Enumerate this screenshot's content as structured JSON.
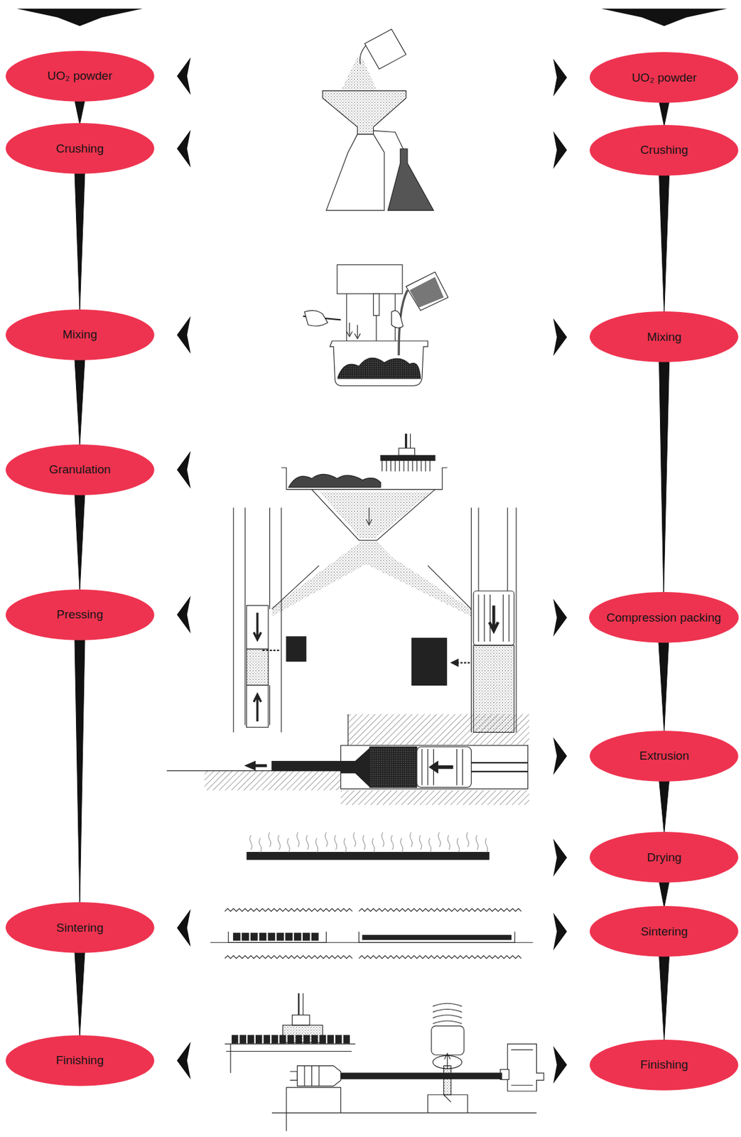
{
  "diagram": {
    "nodes": [
      {
        "text": [
          "UO₂ powder"
        ]
      },
      {
        "text": [
          "Crushing"
        ]
      },
      {
        "text": [
          "Mixing"
        ]
      },
      {
        "text": [
          "Granulation"
        ]
      },
      {
        "text": [
          "Pressing"
        ]
      },
      {
        "text": [
          "Sintering"
        ]
      },
      {
        "text": [
          "Finishing"
        ]
      },
      {
        "text": [
          "UO₂ powder"
        ]
      },
      {
        "text": [
          "Crushing"
        ]
      },
      {
        "text": [
          "Mixing"
        ]
      },
      {
        "text": [
          "Compression packing"
        ]
      },
      {
        "text": [
          "Extrusion"
        ]
      },
      {
        "text": [
          "Drying"
        ]
      },
      {
        "text": [
          "Sintering"
        ]
      },
      {
        "text": [
          "Finishing"
        ]
      }
    ],
    "edges": [
      {
        "from": 0,
        "to": 1,
        "arrow": "to"
      },
      {
        "from": 1,
        "to": 2,
        "arrow": "to"
      },
      {
        "from": 2,
        "to": 3,
        "arrow": "to"
      },
      {
        "from": 3,
        "to": 4,
        "arrow": "to"
      },
      {
        "from": 4,
        "to": 5,
        "arrow": "to"
      },
      {
        "from": 5,
        "to": 6,
        "arrow": "to"
      },
      {
        "from": 7,
        "to": 8,
        "arrow": "to"
      },
      {
        "from": 8,
        "to": 9,
        "arrow": "to"
      },
      {
        "from": 9,
        "to": 10,
        "arrow": "to"
      },
      {
        "from": 10,
        "to": 11,
        "arrow": "to"
      },
      {
        "from": 11,
        "to": 12,
        "arrow": "to"
      },
      {
        "from": 12,
        "to": 13,
        "arrow": "to"
      },
      {
        "from": 13,
        "to": 14,
        "arrow": "to"
      }
    ]
  }
}
